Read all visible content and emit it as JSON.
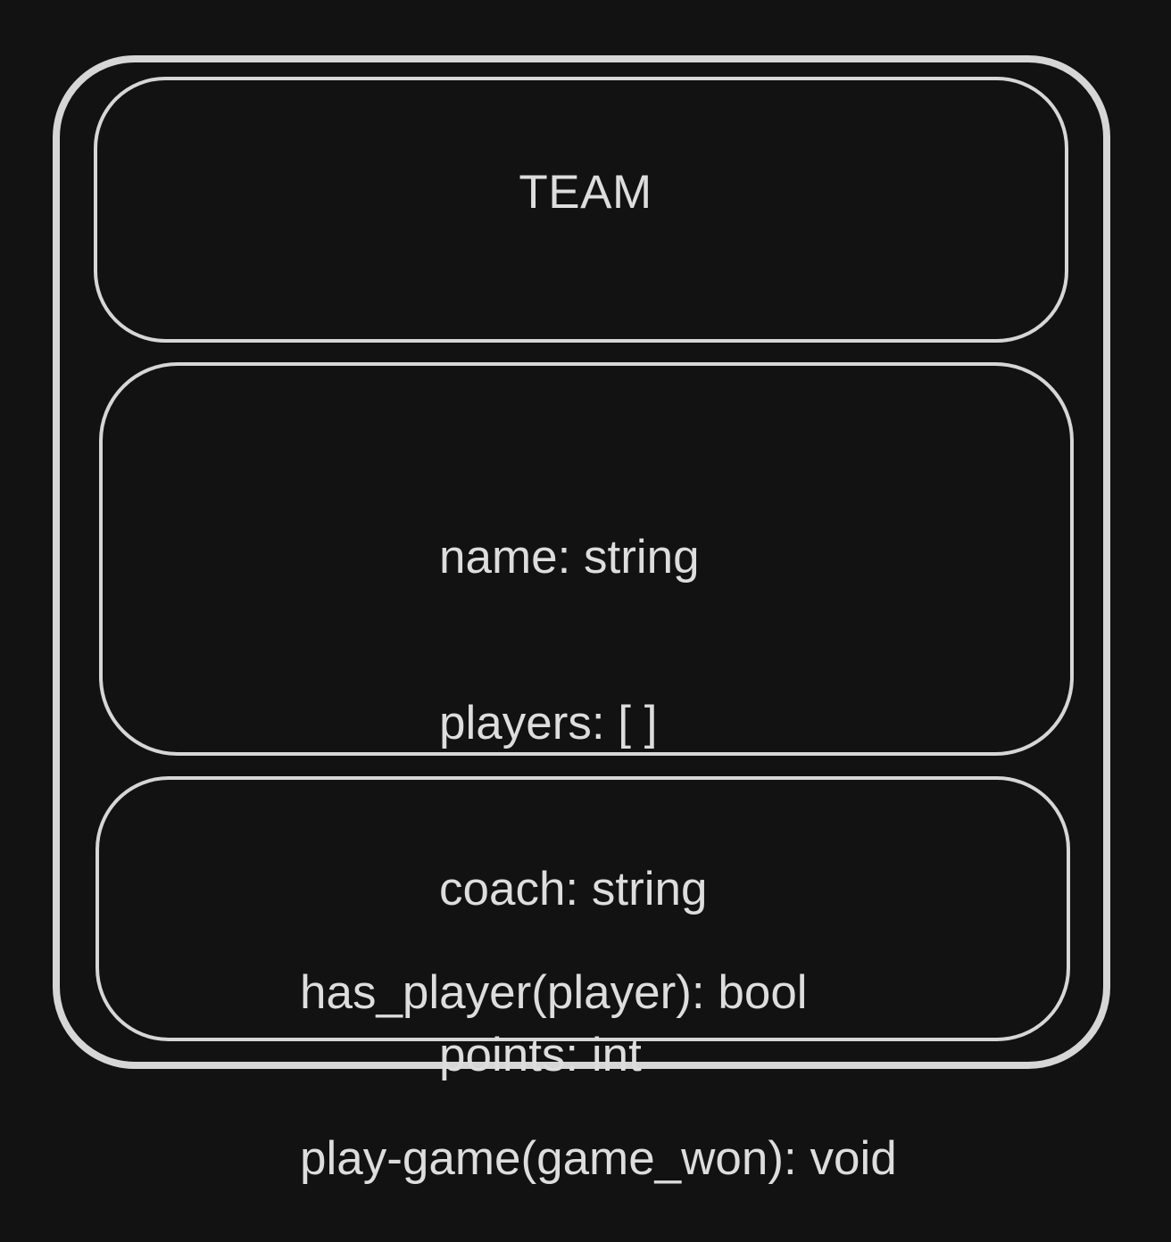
{
  "diagram": {
    "class_name": "TEAM",
    "attributes": [
      "name: string",
      "players: [ ]",
      "coach: string",
      "points: int"
    ],
    "methods": [
      "has_player(player): bool",
      "play-game(game_won): void"
    ],
    "colors": {
      "background": "#121212",
      "stroke": "#d6d6d6",
      "text": "#dddddd"
    }
  }
}
